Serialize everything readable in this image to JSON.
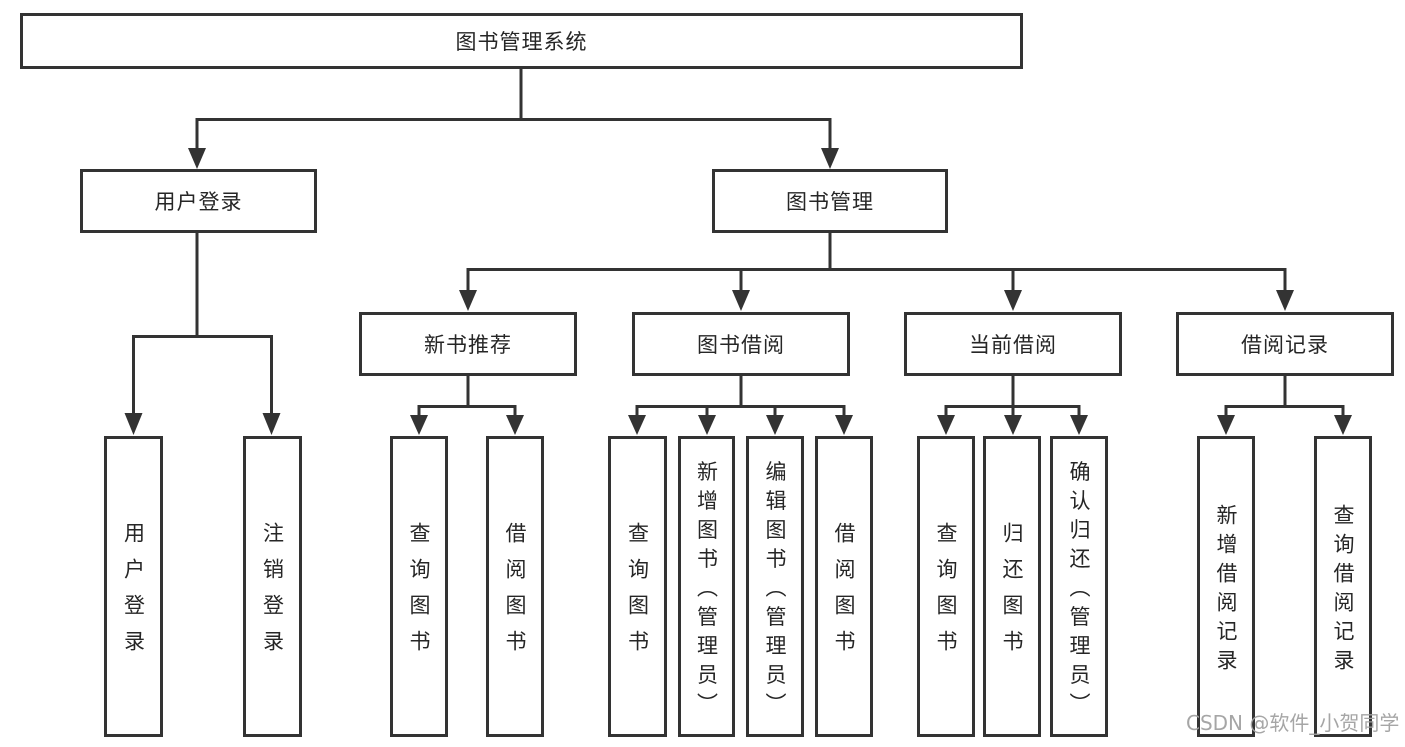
{
  "colors": {
    "line": "#333333",
    "border": "#333333",
    "text": "#262626",
    "watermark": "#a2a2a2",
    "background": "#ffffff"
  },
  "watermark": "CSDN @软件_小贺同学",
  "tree": {
    "root": {
      "label": "图书管理系统"
    },
    "branches": [
      {
        "label": "用户登录",
        "children": [
          {
            "label": "用户登录"
          },
          {
            "label": "注销登录"
          }
        ]
      },
      {
        "label": "图书管理",
        "children": [
          {
            "label": "新书推荐",
            "children": [
              {
                "label": "查询图书"
              },
              {
                "label": "借阅图书"
              }
            ]
          },
          {
            "label": "图书借阅",
            "children": [
              {
                "label": "查询图书"
              },
              {
                "label": "新增图书（管理员）"
              },
              {
                "label": "编辑图书（管理员）"
              },
              {
                "label": "借阅图书"
              }
            ]
          },
          {
            "label": "当前借阅",
            "children": [
              {
                "label": "查询图书"
              },
              {
                "label": "归还图书"
              },
              {
                "label": "确认归还（管理员）"
              }
            ]
          },
          {
            "label": "借阅记录",
            "children": [
              {
                "label": "新增借阅记录"
              },
              {
                "label": "查询借阅记录"
              }
            ]
          }
        ]
      }
    ]
  }
}
